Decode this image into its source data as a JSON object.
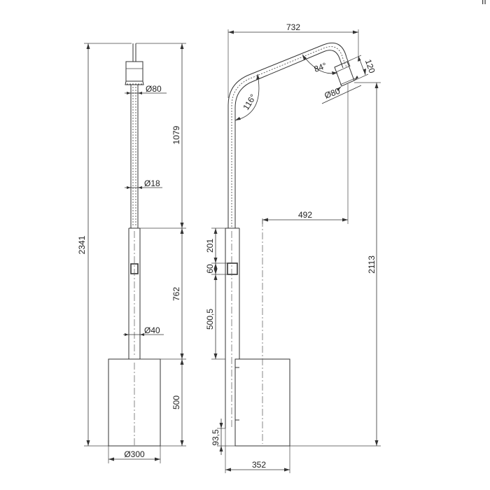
{
  "drawing": {
    "corner_mark": "II",
    "front_view": {
      "total_height": "2341",
      "head_diameter": "Ø80",
      "arm_length": "1079",
      "pipe_diameter": "Ø18",
      "lower_length": "762",
      "column_diameter": "Ø40",
      "base_height": "500",
      "base_diameter": "Ø300"
    },
    "side_view": {
      "overall_width": "732",
      "head_height": "120",
      "head_angle": "84°",
      "bend_angle": "116°",
      "head_diameter": "Ø80",
      "reach": "492",
      "head_clearance": "2113",
      "upper_segment": "201",
      "joint_height": "60",
      "lower_segment": "500,5",
      "base_offset": "93,5",
      "base_width": "352"
    }
  }
}
